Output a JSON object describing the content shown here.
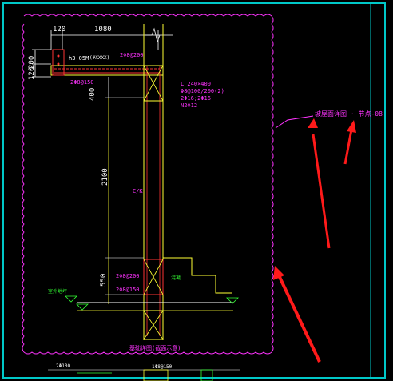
{
  "drawing": {
    "dims": {
      "top_left": "120",
      "top_right": "1080",
      "left_200": "200",
      "left_120": "120",
      "d400": "400",
      "d2100": "2100",
      "d550": "550"
    },
    "notes": {
      "slab_note": "h3.05M",
      "slab_tag": "(#XXXX)",
      "rebar_top1": "2Φ8@200",
      "rebar_top2": "2Φ8@150",
      "beam_spec_1": "L 240×400",
      "beam_spec_2": "Φ8@100/200(2)",
      "beam_spec_3": "2Φ16;2Φ16",
      "beam_spec_4": "N2Φ12",
      "column_mark": "C/K",
      "rebar_low1": "2Φ8@200",
      "rebar_low2": "2Φ8@150",
      "ground_note": "室外地坪",
      "green_note": "混凝",
      "footing_title": "基础详图(截面示意)",
      "bottom_dim": "2Φ100",
      "bottom_label": "1Φ8@150",
      "callout": "坡屋面详图 · 节点-08"
    }
  },
  "colors": {
    "background": "#000000",
    "frame": "#00c8c8",
    "cloud": "#ff33ff",
    "structure": "#ffff33",
    "rebar": "#ff3333",
    "dimension": "#ffffff",
    "arrow": "#ff1a1a"
  }
}
